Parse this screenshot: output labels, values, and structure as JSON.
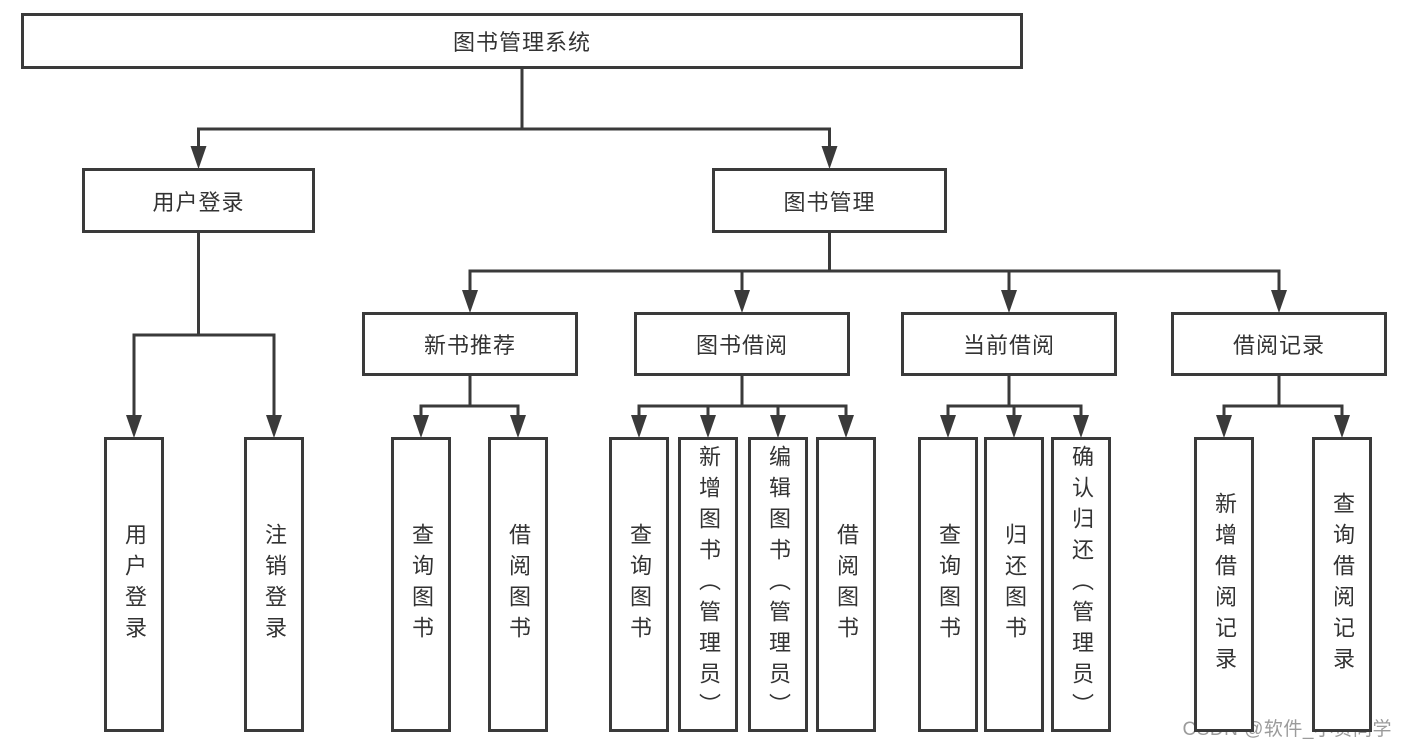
{
  "diagram": {
    "type": "hierarchy-tree",
    "root_label": "图书管理系统"
  },
  "colors": {
    "line": "#3a3a3a",
    "text": "#333333",
    "background": "#ffffff",
    "watermark": "#9b9b9b"
  },
  "nodes": [
    {
      "id": "root",
      "label": "图书管理系统",
      "parent": null,
      "orientation": "horizontal"
    },
    {
      "id": "user-login",
      "label": "用户登录",
      "parent": "root",
      "orientation": "horizontal"
    },
    {
      "id": "book-mgmt",
      "label": "图书管理",
      "parent": "root",
      "orientation": "horizontal"
    },
    {
      "id": "new-book-rec",
      "label": "新书推荐",
      "parent": "book-mgmt",
      "orientation": "horizontal"
    },
    {
      "id": "book-borrow",
      "label": "图书借阅",
      "parent": "book-mgmt",
      "orientation": "horizontal"
    },
    {
      "id": "current-borrow",
      "label": "当前借阅",
      "parent": "book-mgmt",
      "orientation": "horizontal"
    },
    {
      "id": "borrow-records",
      "label": "借阅记录",
      "parent": "book-mgmt",
      "orientation": "horizontal"
    },
    {
      "id": "login",
      "label": "用户登录",
      "parent": "user-login",
      "orientation": "vertical"
    },
    {
      "id": "logout",
      "label": "注销登录",
      "parent": "user-login",
      "orientation": "vertical"
    },
    {
      "id": "rec-query-book",
      "label": "查询图书",
      "parent": "new-book-rec",
      "orientation": "vertical"
    },
    {
      "id": "rec-borrow-book",
      "label": "借阅图书",
      "parent": "new-book-rec",
      "orientation": "vertical"
    },
    {
      "id": "bb-query-book",
      "label": "查询图书",
      "parent": "book-borrow",
      "orientation": "vertical"
    },
    {
      "id": "bb-add-book",
      "label": "新增图书（管理员）",
      "parent": "book-borrow",
      "orientation": "vertical"
    },
    {
      "id": "bb-edit-book",
      "label": "编辑图书（管理员）",
      "parent": "book-borrow",
      "orientation": "vertical"
    },
    {
      "id": "bb-borrow-book",
      "label": "借阅图书",
      "parent": "book-borrow",
      "orientation": "vertical"
    },
    {
      "id": "cur-query-book",
      "label": "查询图书",
      "parent": "current-borrow",
      "orientation": "vertical"
    },
    {
      "id": "cur-return-book",
      "label": "归还图书",
      "parent": "current-borrow",
      "orientation": "vertical"
    },
    {
      "id": "cur-confirm-return",
      "label": "确认归还（管理员）",
      "parent": "current-borrow",
      "orientation": "vertical"
    },
    {
      "id": "recs-add",
      "label": "新增借阅记录",
      "parent": "borrow-records",
      "orientation": "vertical"
    },
    {
      "id": "recs-query",
      "label": "查询借阅记录",
      "parent": "borrow-records",
      "orientation": "vertical"
    }
  ],
  "watermark": {
    "text": "CSDN @软件_小贺同学"
  }
}
